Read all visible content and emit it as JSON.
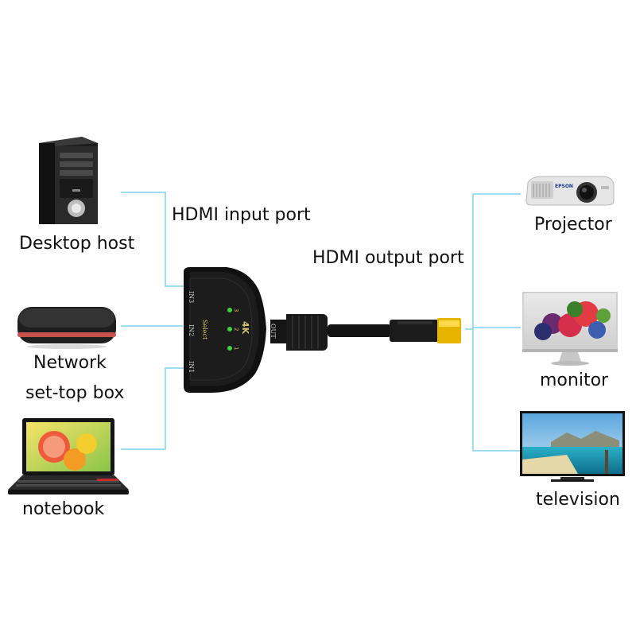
{
  "labels": {
    "hdmi_input": "HDMI input port",
    "hdmi_output": "HDMI output port",
    "desktop": "Desktop host",
    "settop_line1": "Network",
    "settop_line2": "set-top box",
    "notebook": "notebook",
    "projector": "Projector",
    "monitor": "monitor",
    "television": "television"
  },
  "switch": {
    "port_in1": "IN1",
    "port_in2": "IN2",
    "port_in3": "IN3",
    "port_out": "OUT",
    "select": "Select",
    "badge": "4K",
    "led_1": "1",
    "led_2": "2",
    "led_3": "3"
  },
  "devices": {
    "projector_brand": "EPSON"
  },
  "colors": {
    "connector_line": "#7fd3f0",
    "led_green": "#3fd13f",
    "hdmi_gold": "#e7b400",
    "device_black": "#141414"
  }
}
